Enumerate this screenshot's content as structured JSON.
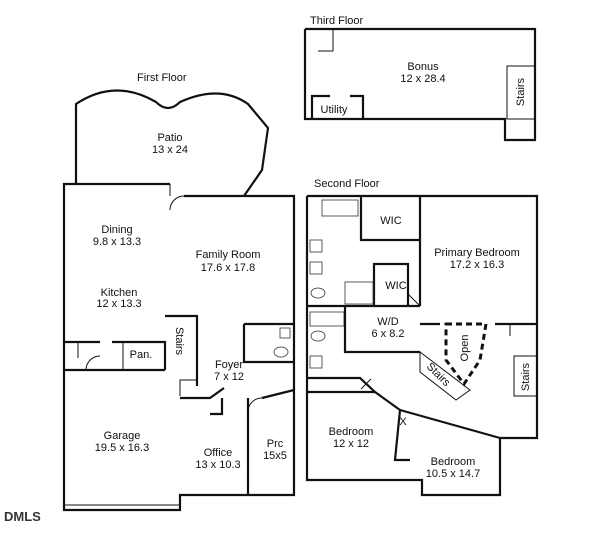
{
  "floors": {
    "first": "First Floor",
    "second": "Second Floor",
    "third": "Third Floor"
  },
  "rooms": {
    "bonus": {
      "name": "Bonus",
      "dim": "12 x 28.4"
    },
    "utility": {
      "name": "Utility"
    },
    "stairs_third": {
      "name": "Stairs"
    },
    "patio": {
      "name": "Patio",
      "dim": "13 x 24"
    },
    "dining": {
      "name": "Dining",
      "dim": "9.8 x 13.3"
    },
    "family_room": {
      "name": "Family Room",
      "dim": "17.6 x 17.8"
    },
    "kitchen": {
      "name": "Kitchen",
      "dim": "12 x 13.3"
    },
    "stairs_first": {
      "name": "Stairs"
    },
    "pantry": {
      "name": "Pan."
    },
    "foyer": {
      "name": "Foyer",
      "dim": "7 x 12"
    },
    "garage": {
      "name": "Garage",
      "dim": "19.5 x 16.3"
    },
    "office": {
      "name": "Office",
      "dim": "13 x 10.3"
    },
    "prc": {
      "name": "Prc",
      "dim": "15x5"
    },
    "wic_1": {
      "name": "WIC"
    },
    "wic_2": {
      "name": "WIC"
    },
    "primary_bedroom": {
      "name": "Primary Bedroom",
      "dim": "17.2 x 16.3"
    },
    "wd": {
      "name": "W/D",
      "dim": "6 x 8.2"
    },
    "open": {
      "name": "Open"
    },
    "stairs_second_a": {
      "name": "Stairs"
    },
    "stairs_second_b": {
      "name": "Stairs"
    },
    "bedroom_1": {
      "name": "Bedroom",
      "dim": "12 x 12"
    },
    "bedroom_2": {
      "name": "Bedroom",
      "dim": "10.5 x 14.7"
    }
  },
  "marks": {
    "x": "X"
  },
  "logo": "DMLS",
  "colors": {
    "wall": "#111111",
    "background": "#ffffff"
  }
}
